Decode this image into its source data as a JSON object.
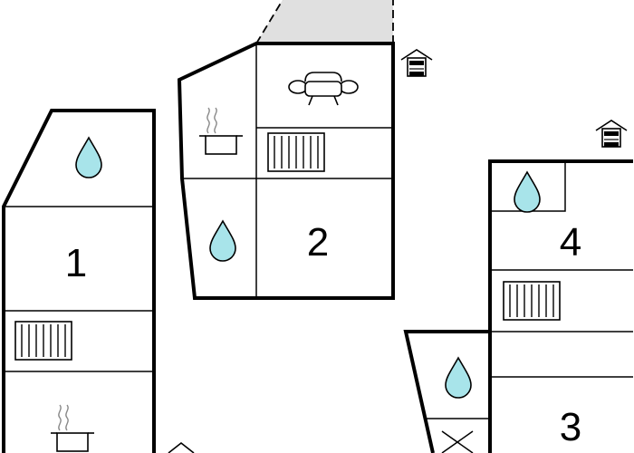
{
  "floor_plan": {
    "colors": {
      "wall": "#000000",
      "water": "#a8e4ea",
      "terrace": "#e0e0e0",
      "background": "#ffffff"
    },
    "rooms": [
      {
        "number": "1",
        "icons": [
          "bathroom-water-drop-icon",
          "heater-radiator-icon",
          "kitchen-cooking-pot-icon"
        ]
      },
      {
        "number": "2",
        "icons": [
          "living-room-sofa-icon",
          "kitchen-cooking-pot-icon",
          "heater-radiator-icon",
          "bathroom-water-drop-icon"
        ]
      },
      {
        "number": "3",
        "icons": [
          "bathroom-water-drop-icon",
          "bed-cross-icon"
        ]
      },
      {
        "number": "4",
        "icons": [
          "bathroom-water-drop-icon",
          "heater-radiator-icon"
        ]
      }
    ],
    "entrance_icons": [
      "entrance-house-icon",
      "entrance-house-icon",
      "entrance-house-icon"
    ]
  }
}
